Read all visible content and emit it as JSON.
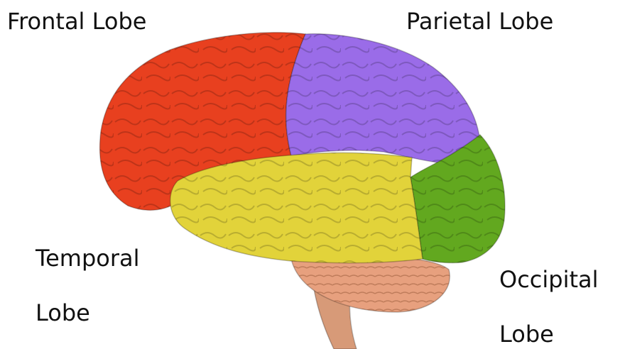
{
  "labels": {
    "frontal": "Frontal Lobe",
    "parietal": "Parietal Lobe",
    "temporal_line1": "Temporal",
    "temporal_line2": "Lobe",
    "occipital_line1": "Occipital",
    "occipital_line2": "Lobe"
  },
  "colors": {
    "frontal": "#e8401f",
    "parietal": "#9a6ce8",
    "temporal": "#e2d33a",
    "occipital": "#62a81f",
    "cerebellum": "#e7a07e",
    "brainstem": "#d79a78"
  }
}
